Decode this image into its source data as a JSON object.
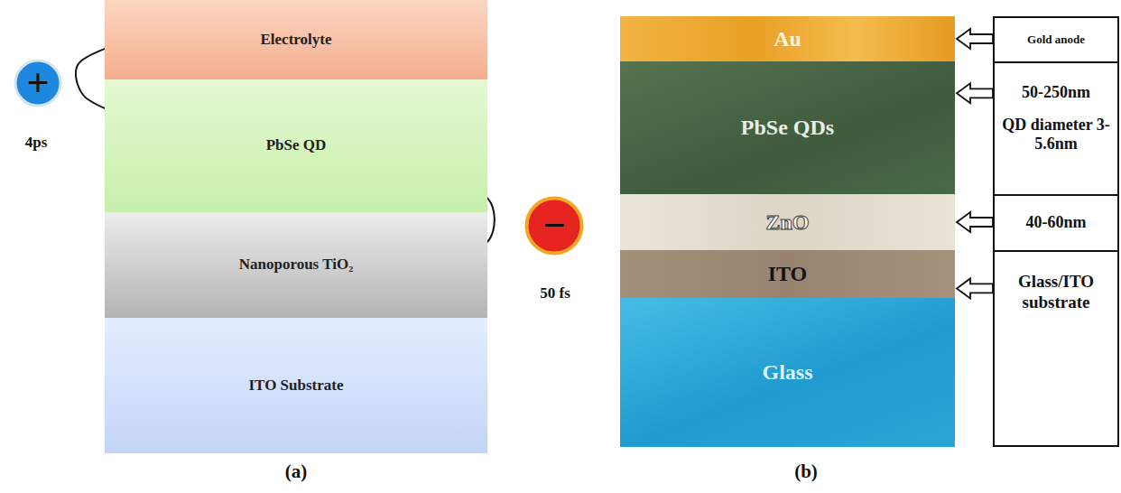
{
  "diagram": {
    "nodes": [
      {
        "text": [
          "Electrolyte"
        ]
      },
      {
        "text": [
          "PbSe QD"
        ]
      },
      {
        "text": [
          "Nanoporous TiO₂"
        ]
      },
      {
        "text": [
          "ITO Substrate"
        ]
      },
      {
        "text": [
          "+"
        ]
      },
      {
        "text": [
          "−"
        ]
      },
      {
        "text": [
          "Au"
        ]
      },
      {
        "text": [
          "PbSe QDs"
        ]
      },
      {
        "text": [
          "ZnO"
        ]
      },
      {
        "text": [
          "ITO"
        ]
      },
      {
        "text": [
          "Glass"
        ]
      },
      {
        "text": [
          "Gold anode"
        ]
      },
      {
        "text": [
          "50-250nm",
          "QD diameter 3-5.6nm"
        ]
      },
      {
        "text": [
          "40-60nm"
        ]
      },
      {
        "text": [
          "Glass/ITO substrate"
        ]
      }
    ],
    "edges": [
      {
        "from": 1,
        "to": 0,
        "arrow": "to"
      },
      {
        "from": 1,
        "to": 2,
        "arrow": "to"
      },
      {
        "from": 11,
        "to": 6,
        "arrow": "to"
      },
      {
        "from": 12,
        "to": 7,
        "arrow": "to"
      },
      {
        "from": 13,
        "to": 8,
        "arrow": "to"
      },
      {
        "from": 14,
        "to": 9,
        "arrow": "to"
      }
    ],
    "labels": [
      "4ps",
      "50 fs",
      "(a)",
      "(b)"
    ]
  }
}
